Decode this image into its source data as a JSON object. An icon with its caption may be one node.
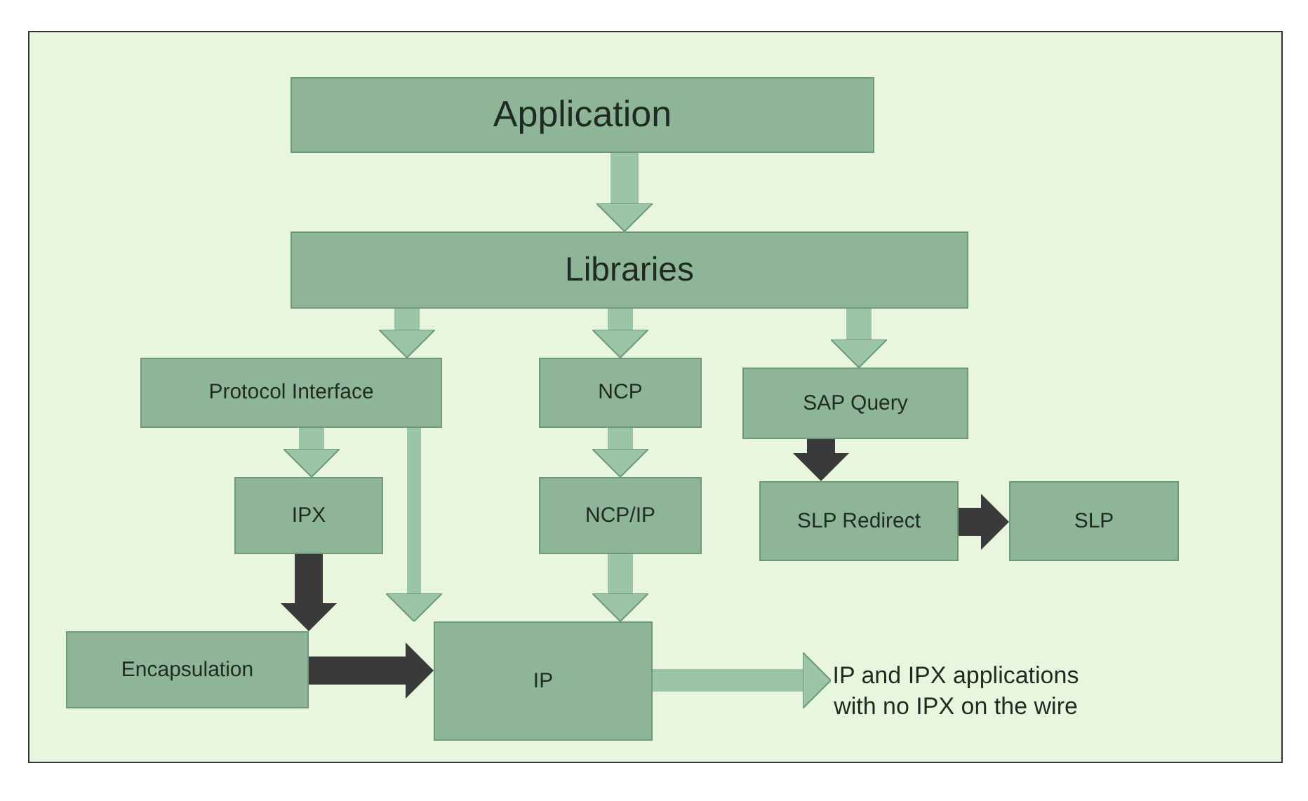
{
  "diagram": {
    "nodes": [
      {
        "text": [
          "Application"
        ]
      },
      {
        "text": [
          "Libraries"
        ]
      },
      {
        "text": [
          "Protocol Interface"
        ]
      },
      {
        "text": [
          "NCP"
        ]
      },
      {
        "text": [
          "SAP Query"
        ]
      },
      {
        "text": [
          "IPX"
        ]
      },
      {
        "text": [
          "NCP/IP"
        ]
      },
      {
        "text": [
          "SLP Redirect"
        ]
      },
      {
        "text": [
          "SLP"
        ]
      },
      {
        "text": [
          "Encapsulation"
        ]
      },
      {
        "text": [
          "IP"
        ]
      },
      {
        "text": [
          "IP and IPX applications with no IPX on the wire"
        ]
      }
    ],
    "edges": [
      {
        "from": 0,
        "to": 1,
        "arrow": "to"
      },
      {
        "from": 1,
        "to": 2,
        "arrow": "to"
      },
      {
        "from": 1,
        "to": 3,
        "arrow": "to"
      },
      {
        "from": 1,
        "to": 4,
        "arrow": "to"
      },
      {
        "from": 2,
        "to": 5,
        "arrow": "to"
      },
      {
        "from": 2,
        "to": 10,
        "arrow": "to"
      },
      {
        "from": 3,
        "to": 6,
        "arrow": "to"
      },
      {
        "from": 6,
        "to": 10,
        "arrow": "to"
      },
      {
        "from": 5,
        "to": 9,
        "arrow": "to",
        "color": "#3a3a3a"
      },
      {
        "from": 9,
        "to": 10,
        "arrow": "to",
        "color": "#3a3a3a"
      },
      {
        "from": 4,
        "to": 7,
        "arrow": "to",
        "color": "#3a3a3a"
      },
      {
        "from": 7,
        "to": 8,
        "arrow": "to",
        "color": "#3a3a3a"
      },
      {
        "from": 10,
        "to": 11,
        "arrow": "to"
      }
    ]
  }
}
